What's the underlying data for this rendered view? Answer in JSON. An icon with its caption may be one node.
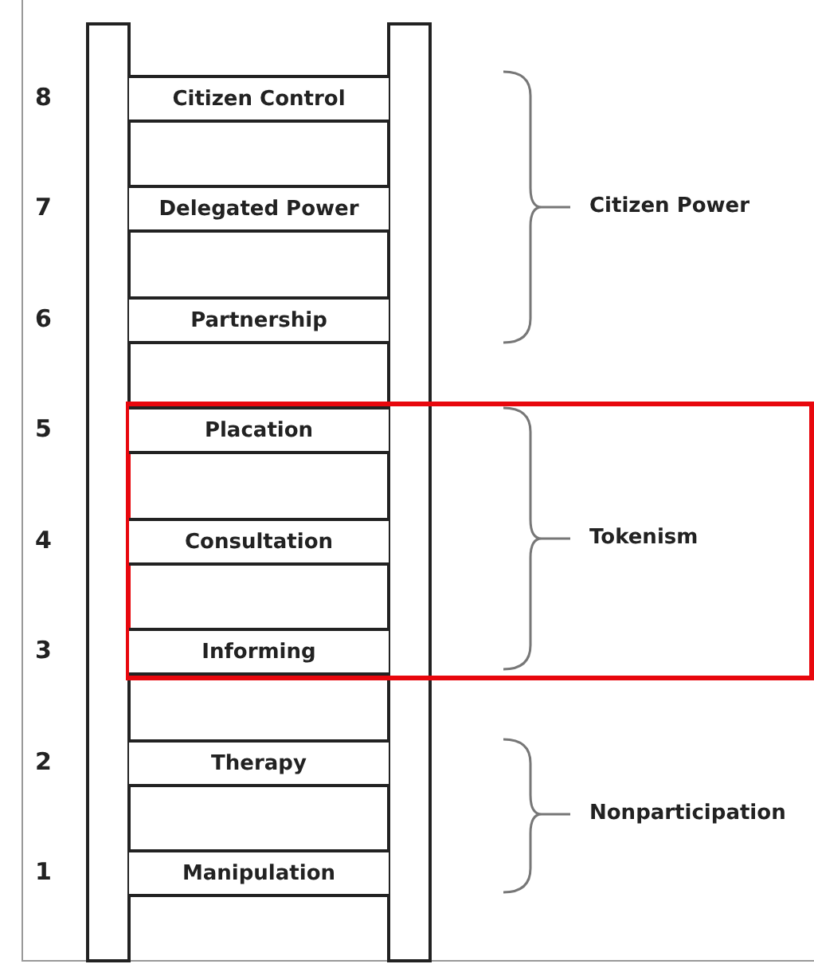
{
  "diagram": {
    "nodes": [
      {
        "text": [
          "Citizen Control"
        ]
      },
      {
        "text": [
          "Delegated Power"
        ]
      },
      {
        "text": [
          "Partnership"
        ]
      },
      {
        "text": [],
        "shape": "box"
      },
      {
        "text": [
          "Placation"
        ],
        "in": 3
      },
      {
        "text": [
          "Consultation"
        ],
        "in": 3
      },
      {
        "text": [
          "Informing"
        ],
        "in": 3
      },
      {
        "text": [
          "Therapy"
        ]
      },
      {
        "text": [
          "Manipulation"
        ]
      }
    ],
    "edges": [],
    "labels": [
      "8",
      "7",
      "Citizen Power",
      "6",
      "5",
      "4",
      "Tokenism",
      "3",
      "2",
      "Nonparticipation",
      "1"
    ]
  }
}
